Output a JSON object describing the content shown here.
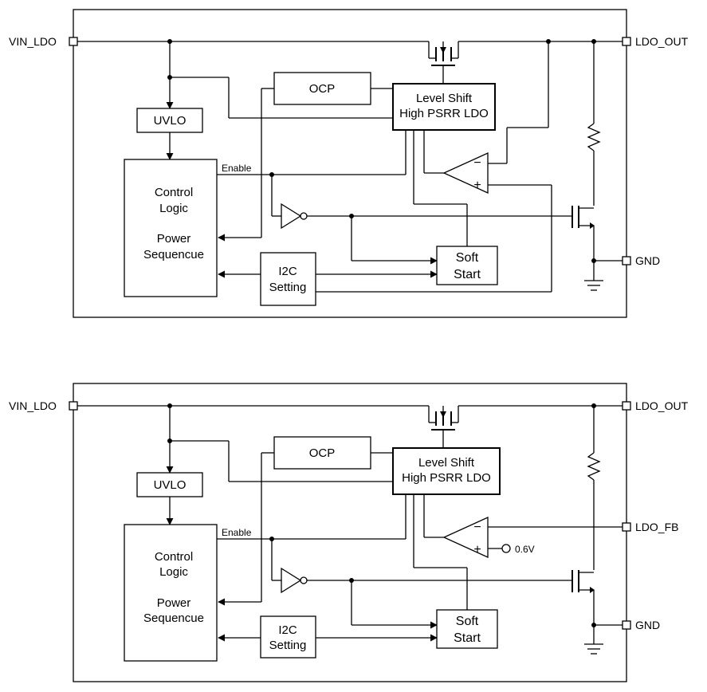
{
  "top_diagram": {
    "pins": {
      "vin": "VIN_LDO",
      "out": "LDO_OUT",
      "gnd": "GND"
    },
    "blocks": {
      "ocp": "OCP",
      "level_shift_1": "Level Shift",
      "level_shift_2": "High PSRR LDO",
      "uvlo": "UVLO",
      "control_1": "Control",
      "control_2": "Logic",
      "power_1": "Power",
      "power_2": "Sequencue",
      "i2c_1": "I2C",
      "i2c_2": "Setting",
      "soft_1": "Soft",
      "soft_2": "Start"
    },
    "enable_label": "Enable",
    "amp_minus": "−",
    "amp_plus": "+"
  },
  "bottom_diagram": {
    "pins": {
      "vin": "VIN_LDO",
      "out": "LDO_OUT",
      "fb": "LDO_FB",
      "gnd": "GND"
    },
    "blocks": {
      "ocp": "OCP",
      "level_shift_1": "Level Shift",
      "level_shift_2": "High PSRR LDO",
      "uvlo": "UVLO",
      "control_1": "Control",
      "control_2": "Logic",
      "power_1": "Power",
      "power_2": "Sequencue",
      "i2c_1": "I2C",
      "i2c_2": "Setting",
      "soft_1": "Soft",
      "soft_2": "Start"
    },
    "enable_label": "Enable",
    "amp_minus": "−",
    "amp_plus": "+",
    "vref": "0.6V"
  }
}
